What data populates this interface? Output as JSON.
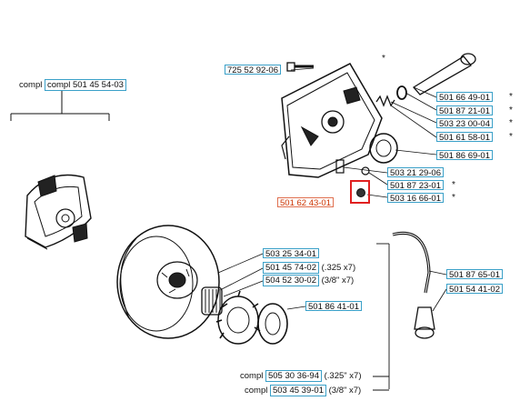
{
  "assembly_labels": {
    "top_left": "compl 501 45 54-03",
    "bottom_1_prefix": "compl",
    "bottom_1_code": "505 30 36-94",
    "bottom_1_suffix": "(.325\" x7)",
    "bottom_2_prefix": "compl",
    "bottom_2_code": "503 45 39-01",
    "bottom_2_suffix": "(3/8\" x7)"
  },
  "part_labels": {
    "p725_52_92_06": "725 52 92-06",
    "p501_66_49_01": "501 66 49-01",
    "p501_87_21_01": "501 87 21-01",
    "p503_23_00_04": "503 23 00-04",
    "p501_61_58_01": "501 61 58-01",
    "p501_86_69_01": "501 86 69-01",
    "p503_21_29_06": "503 21 29-06",
    "p501_87_23_01": "501 87 23-01",
    "p503_16_66_01": "503 16 66-01",
    "p501_62_43_01": "501 62 43-01",
    "p503_25_34_01": "503 25 34-01",
    "p501_45_74_02": "501 45 74-02",
    "p501_45_74_02_note": "(.325 x7)",
    "p504_52_30_02": "504 52 30-02",
    "p504_52_30_02_note": "(3/8\" x7)",
    "p501_86_41_01": "501 86 41-01",
    "p501_87_65_01": "501 87 65-01",
    "p501_54_41_02": "501 54 41-02"
  },
  "asterisk": "*",
  "colors": {
    "label_border": "#3aa0c8",
    "highlight_label": "#e07050",
    "highlight_box": "#e02020",
    "line": "#111111"
  }
}
